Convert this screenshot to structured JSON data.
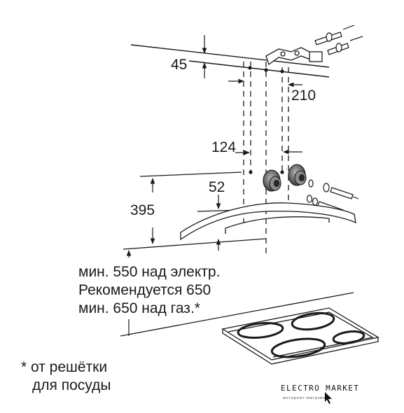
{
  "dimensions": {
    "d45": "45",
    "d210": "210",
    "d124": "124",
    "d52": "52",
    "d395": "395"
  },
  "notes": {
    "line1": "мин. 550 над электр.",
    "line2": "Рекомендуется 650",
    "line3": "мин. 650 над газ.*",
    "footnote_line1": "* от решётки",
    "footnote_line2": "для посуды"
  },
  "watermark": {
    "brand": "ELECTRO MARKET",
    "tagline": "интернет-магазин"
  }
}
